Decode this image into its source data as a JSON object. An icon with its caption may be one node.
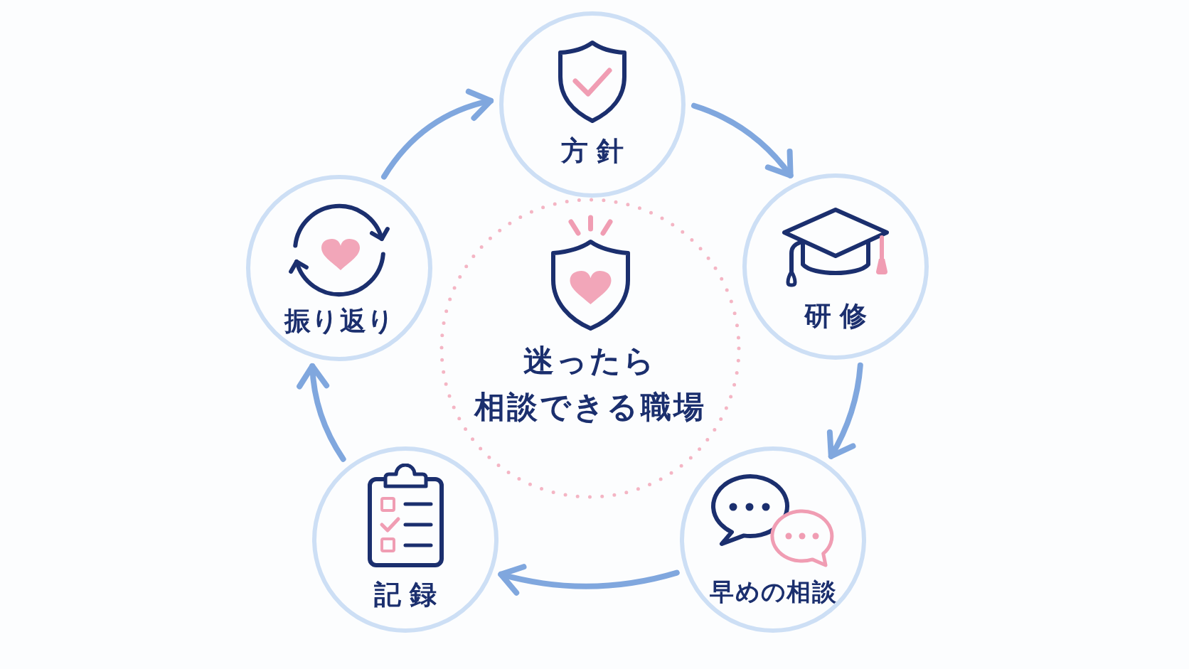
{
  "diagram": {
    "nodes": [
      {
        "text": [
          "方針"
        ]
      },
      {
        "text": [
          "研修"
        ]
      },
      {
        "text": [
          "早めの相談"
        ]
      },
      {
        "text": [
          "記録"
        ]
      },
      {
        "text": [
          "振り返り"
        ]
      },
      {
        "text": [
          "迷ったら相談できる職場"
        ]
      }
    ],
    "edges": [
      {
        "from": 0,
        "to": 1,
        "arrow": "to"
      },
      {
        "from": 1,
        "to": 2,
        "arrow": "to"
      },
      {
        "from": 2,
        "to": 3,
        "arrow": "to"
      },
      {
        "from": 3,
        "to": 4,
        "arrow": "to"
      },
      {
        "from": 4,
        "to": 0,
        "arrow": "to"
      }
    ]
  }
}
